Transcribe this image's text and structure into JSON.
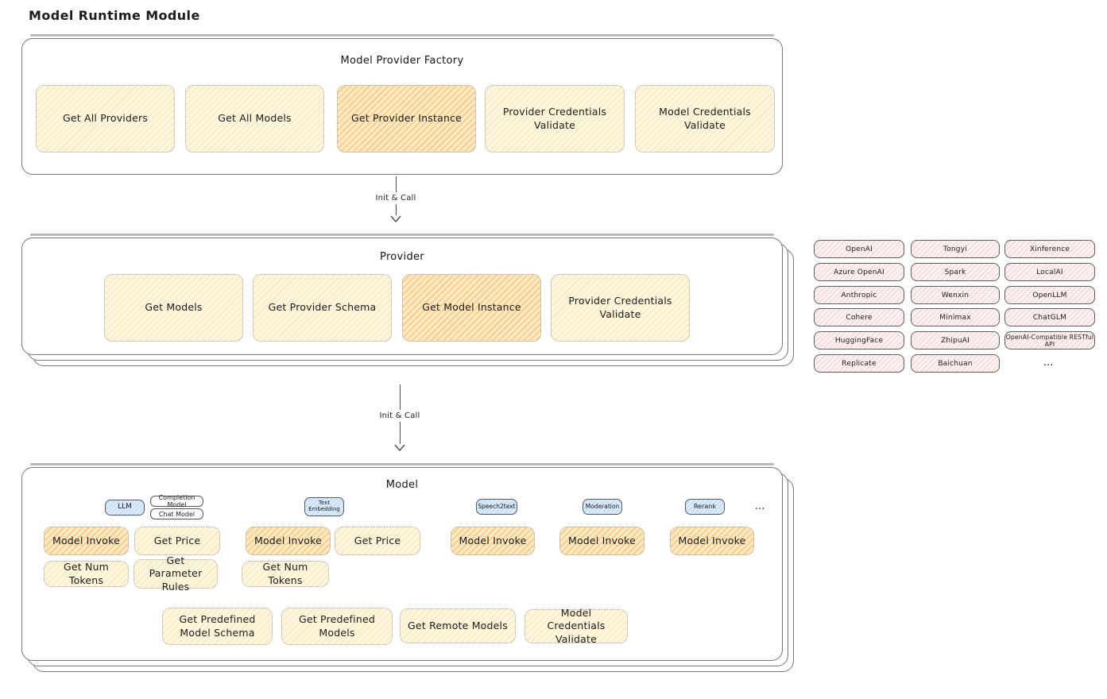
{
  "title": "Model Runtime Module",
  "arrows": {
    "label_1": "Init & Call",
    "label_2": "Init & Call"
  },
  "factory": {
    "title": "Model Provider Factory",
    "buttons": [
      "Get All Providers",
      "Get All Models",
      "Get Provider Instance",
      "Provider Credentials Validate",
      "Model Credentials Validate"
    ]
  },
  "provider": {
    "title": "Provider",
    "buttons": [
      "Get Models",
      "Get Provider Schema",
      "Get Model Instance",
      "Provider Credentials Validate"
    ]
  },
  "providers_list": {
    "items": [
      "OpenAI",
      "Tongyi",
      "Xinference",
      "Azure OpenAI",
      "Spark",
      "LocalAI",
      "Anthropic",
      "Wenxin",
      "OpenLLM",
      "Cohere",
      "Minimax",
      "ChatGLM",
      "HuggingFace",
      "ZhipuAI",
      "OpenAI-Compatible RESTful API",
      "Replicate",
      "Baichuan"
    ],
    "more": "..."
  },
  "model": {
    "title": "Model",
    "tabs": [
      "LLM",
      "Completion Model",
      "Chat Model",
      "Text Embedding",
      "Speech2text",
      "Moderation",
      "Rerank"
    ],
    "tabs_more": "...",
    "labels": {
      "model_invoke": "Model Invoke",
      "get_price": "Get Price",
      "get_num_tokens": "Get Num Tokens",
      "get_parameter_rules": "Get Parameter Rules",
      "get_predefined_model_schema": "Get Predefined Model Schema",
      "get_predefined_models": "Get Predefined Models",
      "get_remote_models": "Get Remote Models",
      "model_credentials_validate": "Model Credentials Validate"
    }
  },
  "colors": {
    "cream_fill": "#fdf6de",
    "orange_fill": "#fceac6",
    "pink_fill": "#fdf1f1",
    "blue_fill": "#dcecfa",
    "box_stroke": "#767676",
    "text": "#1c1c1c"
  }
}
